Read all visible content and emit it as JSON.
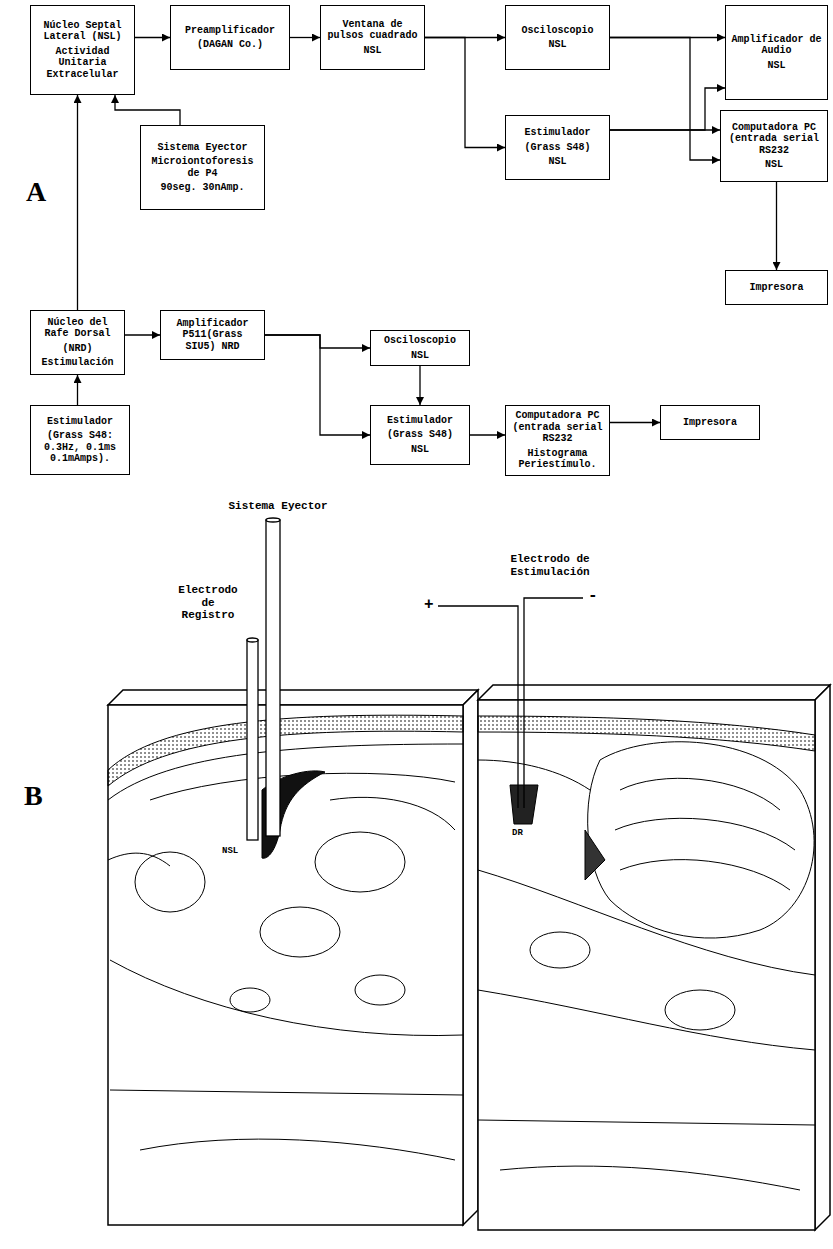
{
  "diagram": {
    "nodes": [
      {
        "text": [
          "Núcleo Septal Lateral (NSL)",
          "Actividad Unitaria Extracelular"
        ]
      },
      {
        "text": [
          "Preamplificador",
          "(DAGAN Co.)"
        ]
      },
      {
        "text": [
          "Ventana de pulsos cuadrado",
          "NSL"
        ]
      },
      {
        "text": [
          "Osciloscopio",
          "NSL"
        ]
      },
      {
        "text": [
          "Amplificador de Audio",
          "NSL"
        ]
      },
      {
        "text": [
          "Sistema Eyector",
          "Microiontoforesis de P4",
          "90seg. 30nAmp."
        ]
      },
      {
        "text": [
          "Estimulador",
          "(Grass S48)",
          "NSL"
        ]
      },
      {
        "text": [
          "Computadora PC (entrada serial RS232",
          "NSL"
        ]
      },
      {
        "text": [
          "Impresora"
        ]
      },
      {
        "text": [
          "Núcleo del Rafe Dorsal",
          "(NRD)",
          "Estimulación"
        ]
      },
      {
        "text": [
          "Amplificador P511(Grass SIU5) NRD"
        ]
      },
      {
        "text": [
          "Osciloscopio",
          "NSL"
        ]
      },
      {
        "text": [
          "Estimulador",
          "(Grass S48: 0.3Hz, 0.1ms 0.1mAmps)."
        ]
      },
      {
        "text": [
          "Estimulador",
          "(Grass S48)",
          "NSL"
        ]
      },
      {
        "text": [
          "Computadora PC (entrada serial RS232",
          "Histograma Periestímulo."
        ]
      },
      {
        "text": [
          "Impresora"
        ]
      }
    ],
    "edges": [
      {
        "from": 0,
        "to": 1,
        "arrow": "to"
      },
      {
        "from": 1,
        "to": 2,
        "arrow": "to"
      },
      {
        "from": 2,
        "to": 3,
        "arrow": "to"
      },
      {
        "from": 2,
        "to": 6,
        "arrow": "to"
      },
      {
        "from": 3,
        "to": 4,
        "arrow": "to"
      },
      {
        "from": 3,
        "to": 7,
        "arrow": "to"
      },
      {
        "from": 6,
        "to": 7,
        "arrow": "to"
      },
      {
        "from": 6,
        "to": 4,
        "arrow": "to"
      },
      {
        "from": 7,
        "to": 8,
        "arrow": "to"
      },
      {
        "from": 5,
        "to": 0,
        "arrow": "to"
      },
      {
        "from": 9,
        "to": 0,
        "arrow": "to"
      },
      {
        "from": 9,
        "to": 10,
        "arrow": "to"
      },
      {
        "from": 10,
        "to": 11,
        "arrow": "to"
      },
      {
        "from": 10,
        "to": 13,
        "arrow": "to"
      },
      {
        "from": 11,
        "to": 13,
        "arrow": "to"
      },
      {
        "from": 12,
        "to": 9,
        "arrow": "to"
      },
      {
        "from": 13,
        "to": 14,
        "arrow": "to"
      },
      {
        "from": 14,
        "to": 15,
        "arrow": "to"
      }
    ],
    "labels": [
      "A",
      "B",
      "Sistema Eyector",
      "Electrodo de Registro",
      "Electrodo de Estimulación",
      "+",
      "-",
      "NSL",
      "DR"
    ]
  }
}
